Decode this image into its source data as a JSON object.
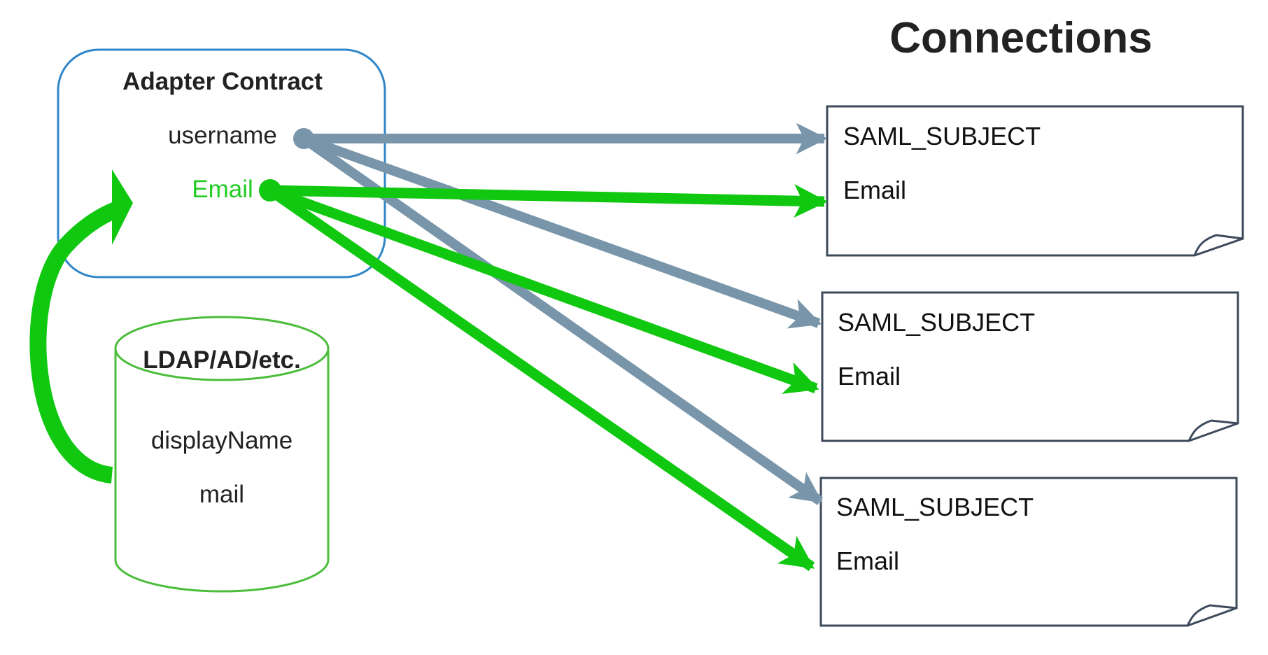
{
  "colors": {
    "adapter_border": "#2f86c9",
    "ldap_border": "#4bbd3b",
    "green_arrow": "#11c811",
    "gray_arrow": "#7895aa",
    "connection_border": "#3c4a5a",
    "email_label": "#22cc22",
    "text": "#222222"
  },
  "title": "Connections",
  "adapter": {
    "title": "Adapter Contract",
    "attributes": {
      "username": "username",
      "email": "Email"
    }
  },
  "datastore": {
    "title": "LDAP/AD/etc.",
    "attributes": {
      "display_name": "displayName",
      "mail": "mail"
    }
  },
  "connections": [
    {
      "subject": "SAML_SUBJECT",
      "email": "Email"
    },
    {
      "subject": "SAML_SUBJECT",
      "email": "Email"
    },
    {
      "subject": "SAML_SUBJECT",
      "email": "Email"
    }
  ],
  "icons": {
    "datastore": "database-cylinder-icon",
    "connection": "page-curl-note-icon"
  }
}
